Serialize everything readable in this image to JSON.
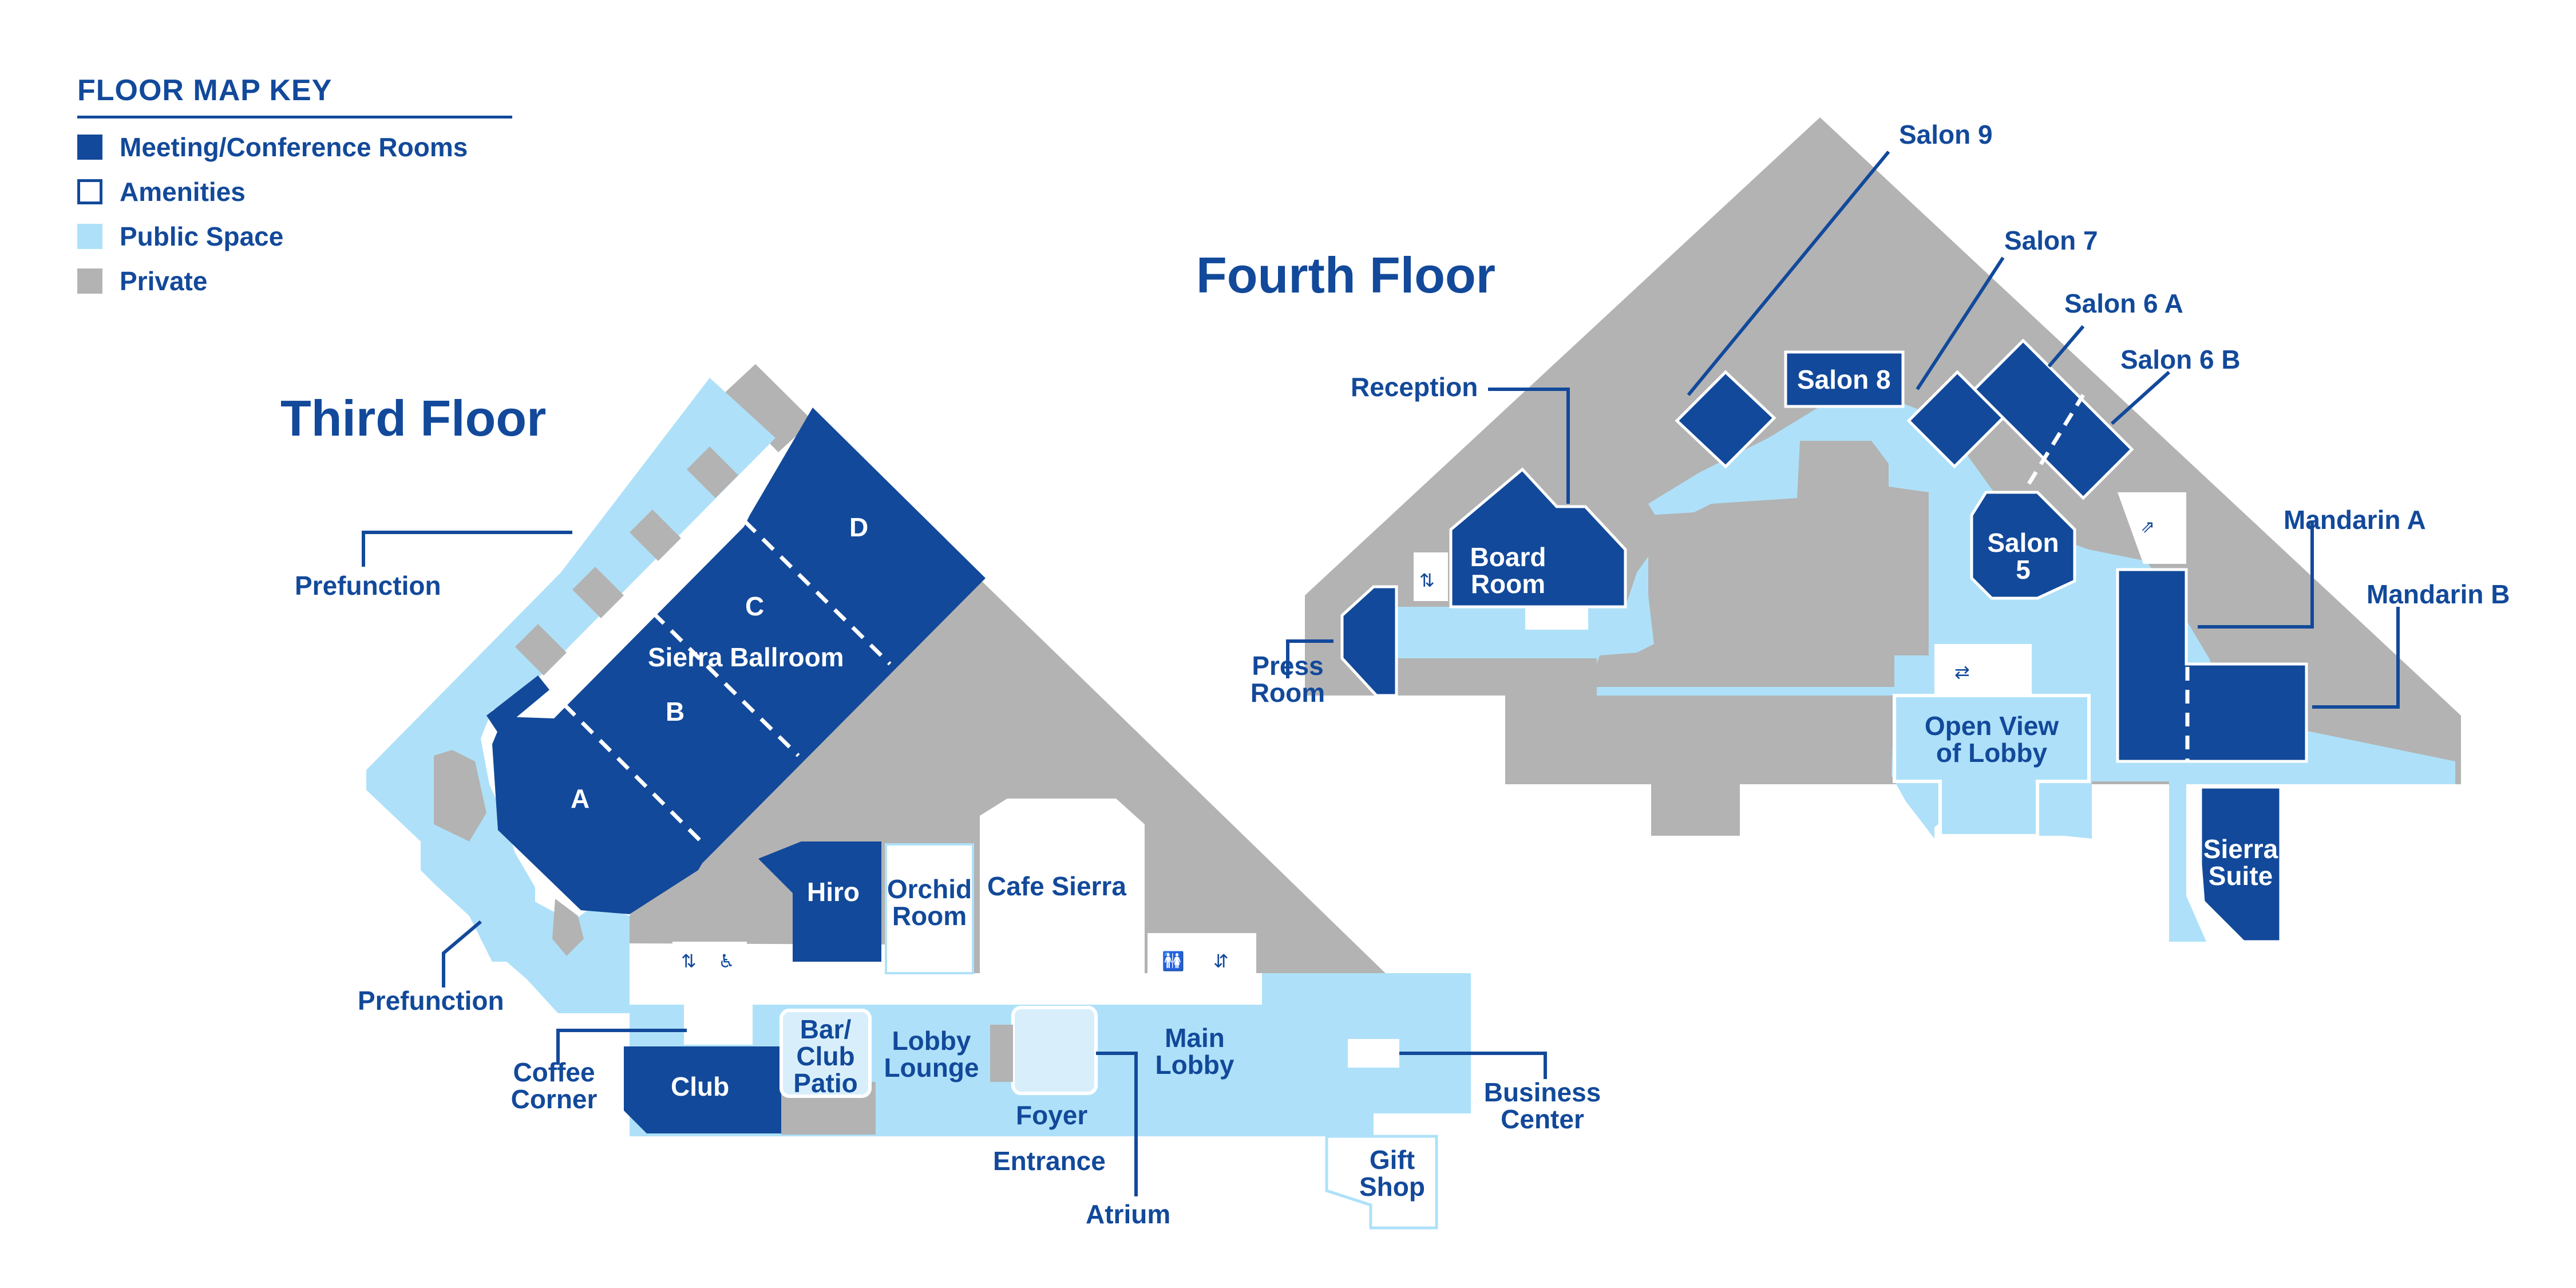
{
  "legend": {
    "title": "FLOOR MAP KEY",
    "items": [
      {
        "label": "Meeting/Conference Rooms",
        "fill": "#12499a",
        "stroke": "#12499a"
      },
      {
        "label": "Amenities",
        "fill": "#ffffff",
        "stroke": "#12499a"
      },
      {
        "label": "Public Space",
        "fill": "#aee1f9",
        "stroke": "#aee1f9"
      },
      {
        "label": "Private",
        "fill": "#b3b3b3",
        "stroke": "#b3b3b3"
      }
    ]
  },
  "colors": {
    "meeting": "#12499a",
    "amenity": "#ffffff",
    "public": "#aee1f9",
    "private": "#b3b3b3",
    "atrium": "#d8effb",
    "text": "#12499a"
  },
  "third_floor": {
    "title": "Third Floor",
    "labels": {
      "prefunction_top": "Prefunction",
      "prefunction_bottom": "Prefunction",
      "ballroom": "Sierra Ballroom",
      "section_a": "A",
      "section_b": "B",
      "section_c": "C",
      "section_d": "D",
      "hiro": "Hiro",
      "orchid_room": "Orchid\nRoom",
      "cafe_sierra": "Cafe Sierra",
      "coffee_corner": "Coffee\nCorner",
      "club": "Club",
      "bar_club_patio": "Bar/\nClub\nPatio",
      "lobby_lounge": "Lobby\nLounge",
      "foyer": "Foyer",
      "main_lobby": "Main\nLobby",
      "entrance": "Entrance",
      "atrium": "Atrium",
      "business_center": "Business\nCenter",
      "gift_shop": "Gift\nShop"
    },
    "icons": [
      "elevator-icon",
      "restroom-icon",
      "stairs-icon",
      "escalator-icon"
    ]
  },
  "fourth_floor": {
    "title": "Fourth Floor",
    "labels": {
      "salon_9": "Salon 9",
      "salon_7": "Salon 7",
      "salon_6a": "Salon 6 A",
      "salon_6b": "Salon 6 B",
      "salon_8": "Salon 8",
      "reception": "Reception",
      "board_room": "Board\nRoom",
      "press_room": "Press\nRoom",
      "salon_5": "Salon\n5",
      "open_view": "Open View\nof Lobby",
      "mandarin_a": "Mandarin A",
      "mandarin_b": "Mandarin B",
      "sierra_suite": "Sierra\nSuite"
    },
    "icons": [
      "elevator-icon",
      "stairs-icon",
      "escalator-icon"
    ]
  }
}
